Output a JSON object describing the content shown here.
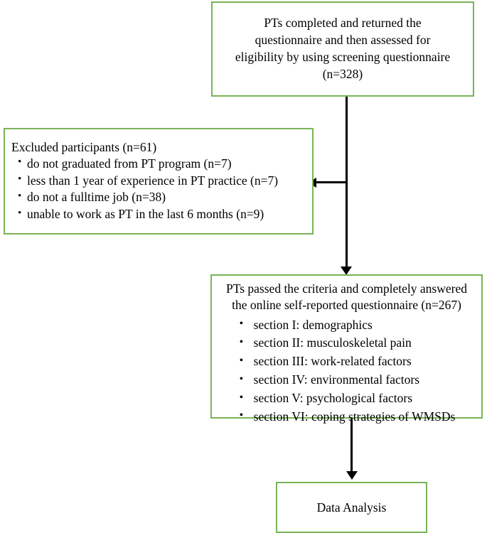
{
  "diagram": {
    "type": "flowchart",
    "border_color": "#79b356",
    "connector_color": "#000000",
    "background_color": "#ffffff",
    "nodes": {
      "screening": {
        "lines": [
          "PTs completed and returned the",
          "questionnaire and then assessed for",
          "eligibility by using screening questionnaire",
          "(n=328)"
        ]
      },
      "excluded": {
        "heading": "Excluded participants (n=61)",
        "bullets": [
          "do not graduated from PT program (n=7)",
          "less than 1 year of experience in PT practice (n=7)",
          "do not a fulltime job (n=38)",
          "unable to work as PT in the last 6 months (n=9)"
        ]
      },
      "passed": {
        "lines": [
          "PTs passed the criteria and completely answered",
          "the online self-reported questionnaire (n=267)"
        ],
        "bullets": [
          "section I: demographics",
          "section II: musculoskeletal pain",
          "section III: work-related factors",
          "section IV: environmental factors",
          "section V: psychological factors",
          "section VI: coping strategies of WMSDs"
        ]
      },
      "analysis": {
        "label": "Data Analysis"
      }
    }
  }
}
